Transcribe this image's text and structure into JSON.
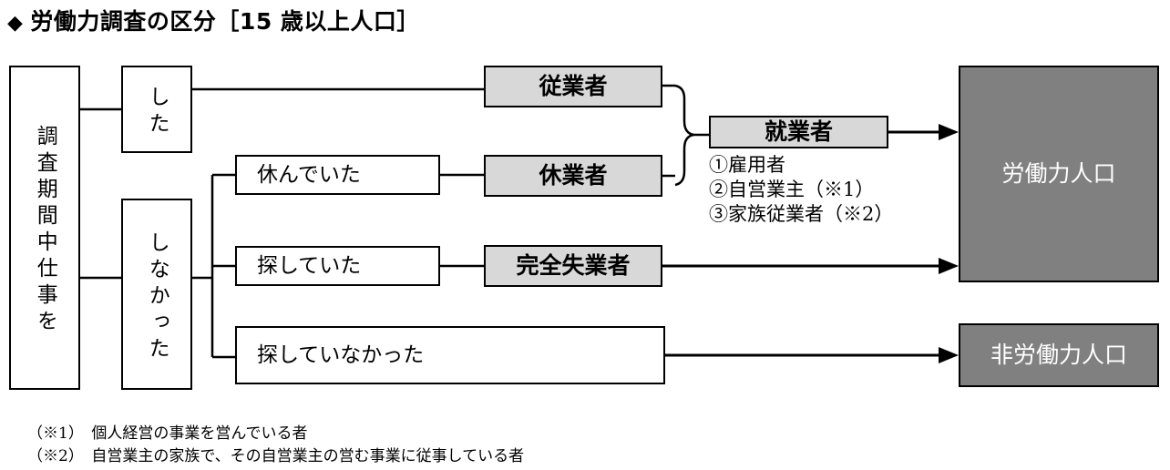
{
  "title": {
    "bullet": "◆",
    "text": "労働力調査の区分［15 歳以上人口］"
  },
  "boxes": {
    "survey_period": "調査期間中仕事を",
    "did": "した",
    "did_not": "しなかった",
    "was_resting": "休んでいた",
    "was_seeking": "探していた",
    "was_not_seeking": "探していなかった",
    "employed_at_work": "従業者",
    "on_leave": "休業者",
    "unemployed": "完全失業者",
    "employed": "就業者",
    "labor_force": "労働力人口",
    "not_in_labor_force": "非労働力人口"
  },
  "employed_list": [
    "①雇用者",
    "②自営業主（※1）",
    "③家族従業者（※2）"
  ],
  "notes": [
    "（※1）　個人経営の事業を営んでいる者",
    "（※2）　自営業主の家族で、その自営業主の営む事業に従事している者"
  ],
  "colors": {
    "gray_fill": "#d8d8d8",
    "dark_fill": "#808080",
    "line": "#000000",
    "page_bg": "#ffffff"
  }
}
